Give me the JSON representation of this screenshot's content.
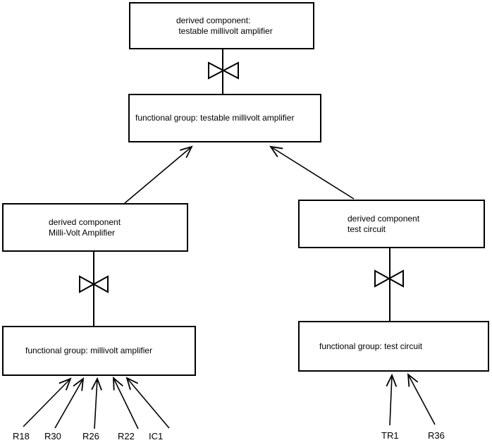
{
  "colors": {
    "background": "#ffffff",
    "line": "#000000",
    "text": "#000000"
  },
  "boxes": {
    "top_derived": {
      "line1": "derived component:",
      "line2": " testable millivolt amplifier"
    },
    "top_functional": {
      "label": "functional group: testable millivolt amplifier"
    },
    "left_derived": {
      "line1": "derived component",
      "line2": "Milli-Volt Amplifier"
    },
    "left_functional": {
      "label": "functional group: millivolt amplifier"
    },
    "right_derived": {
      "line1": "derived component",
      "line2": "test circuit"
    },
    "right_functional": {
      "label": "functional group: test circuit"
    }
  },
  "leaf_labels": {
    "r18": "R18",
    "r30": "R30",
    "r26": "R26",
    "r22": "R22",
    "ic1": "IC1",
    "tr1": "TR1",
    "r36": "R36"
  },
  "edges": [
    {
      "from": "derived component: testable millivolt amplifier",
      "to": "functional group: testable millivolt amplifier",
      "symbol": "bowtie",
      "arrow": false
    },
    {
      "from": "derived component Milli-Volt Amplifier",
      "to": "functional group: testable millivolt amplifier",
      "arrow": true
    },
    {
      "from": "derived component test circuit",
      "to": "functional group: testable millivolt amplifier",
      "arrow": true
    },
    {
      "from": "derived component Milli-Volt Amplifier",
      "to": "functional group: millivolt amplifier",
      "symbol": "bowtie",
      "arrow": false
    },
    {
      "from": "derived component test circuit",
      "to": "functional group: test circuit",
      "symbol": "bowtie",
      "arrow": false
    },
    {
      "from": "R18",
      "to": "functional group: millivolt amplifier",
      "arrow": true
    },
    {
      "from": "R30",
      "to": "functional group: millivolt amplifier",
      "arrow": true
    },
    {
      "from": "R26",
      "to": "functional group: millivolt amplifier",
      "arrow": true
    },
    {
      "from": "R22",
      "to": "functional group: millivolt amplifier",
      "arrow": true
    },
    {
      "from": "IC1",
      "to": "functional group: millivolt amplifier",
      "arrow": true
    },
    {
      "from": "TR1",
      "to": "functional group: test circuit",
      "arrow": true
    },
    {
      "from": "R36",
      "to": "functional group: test circuit",
      "arrow": true
    }
  ]
}
